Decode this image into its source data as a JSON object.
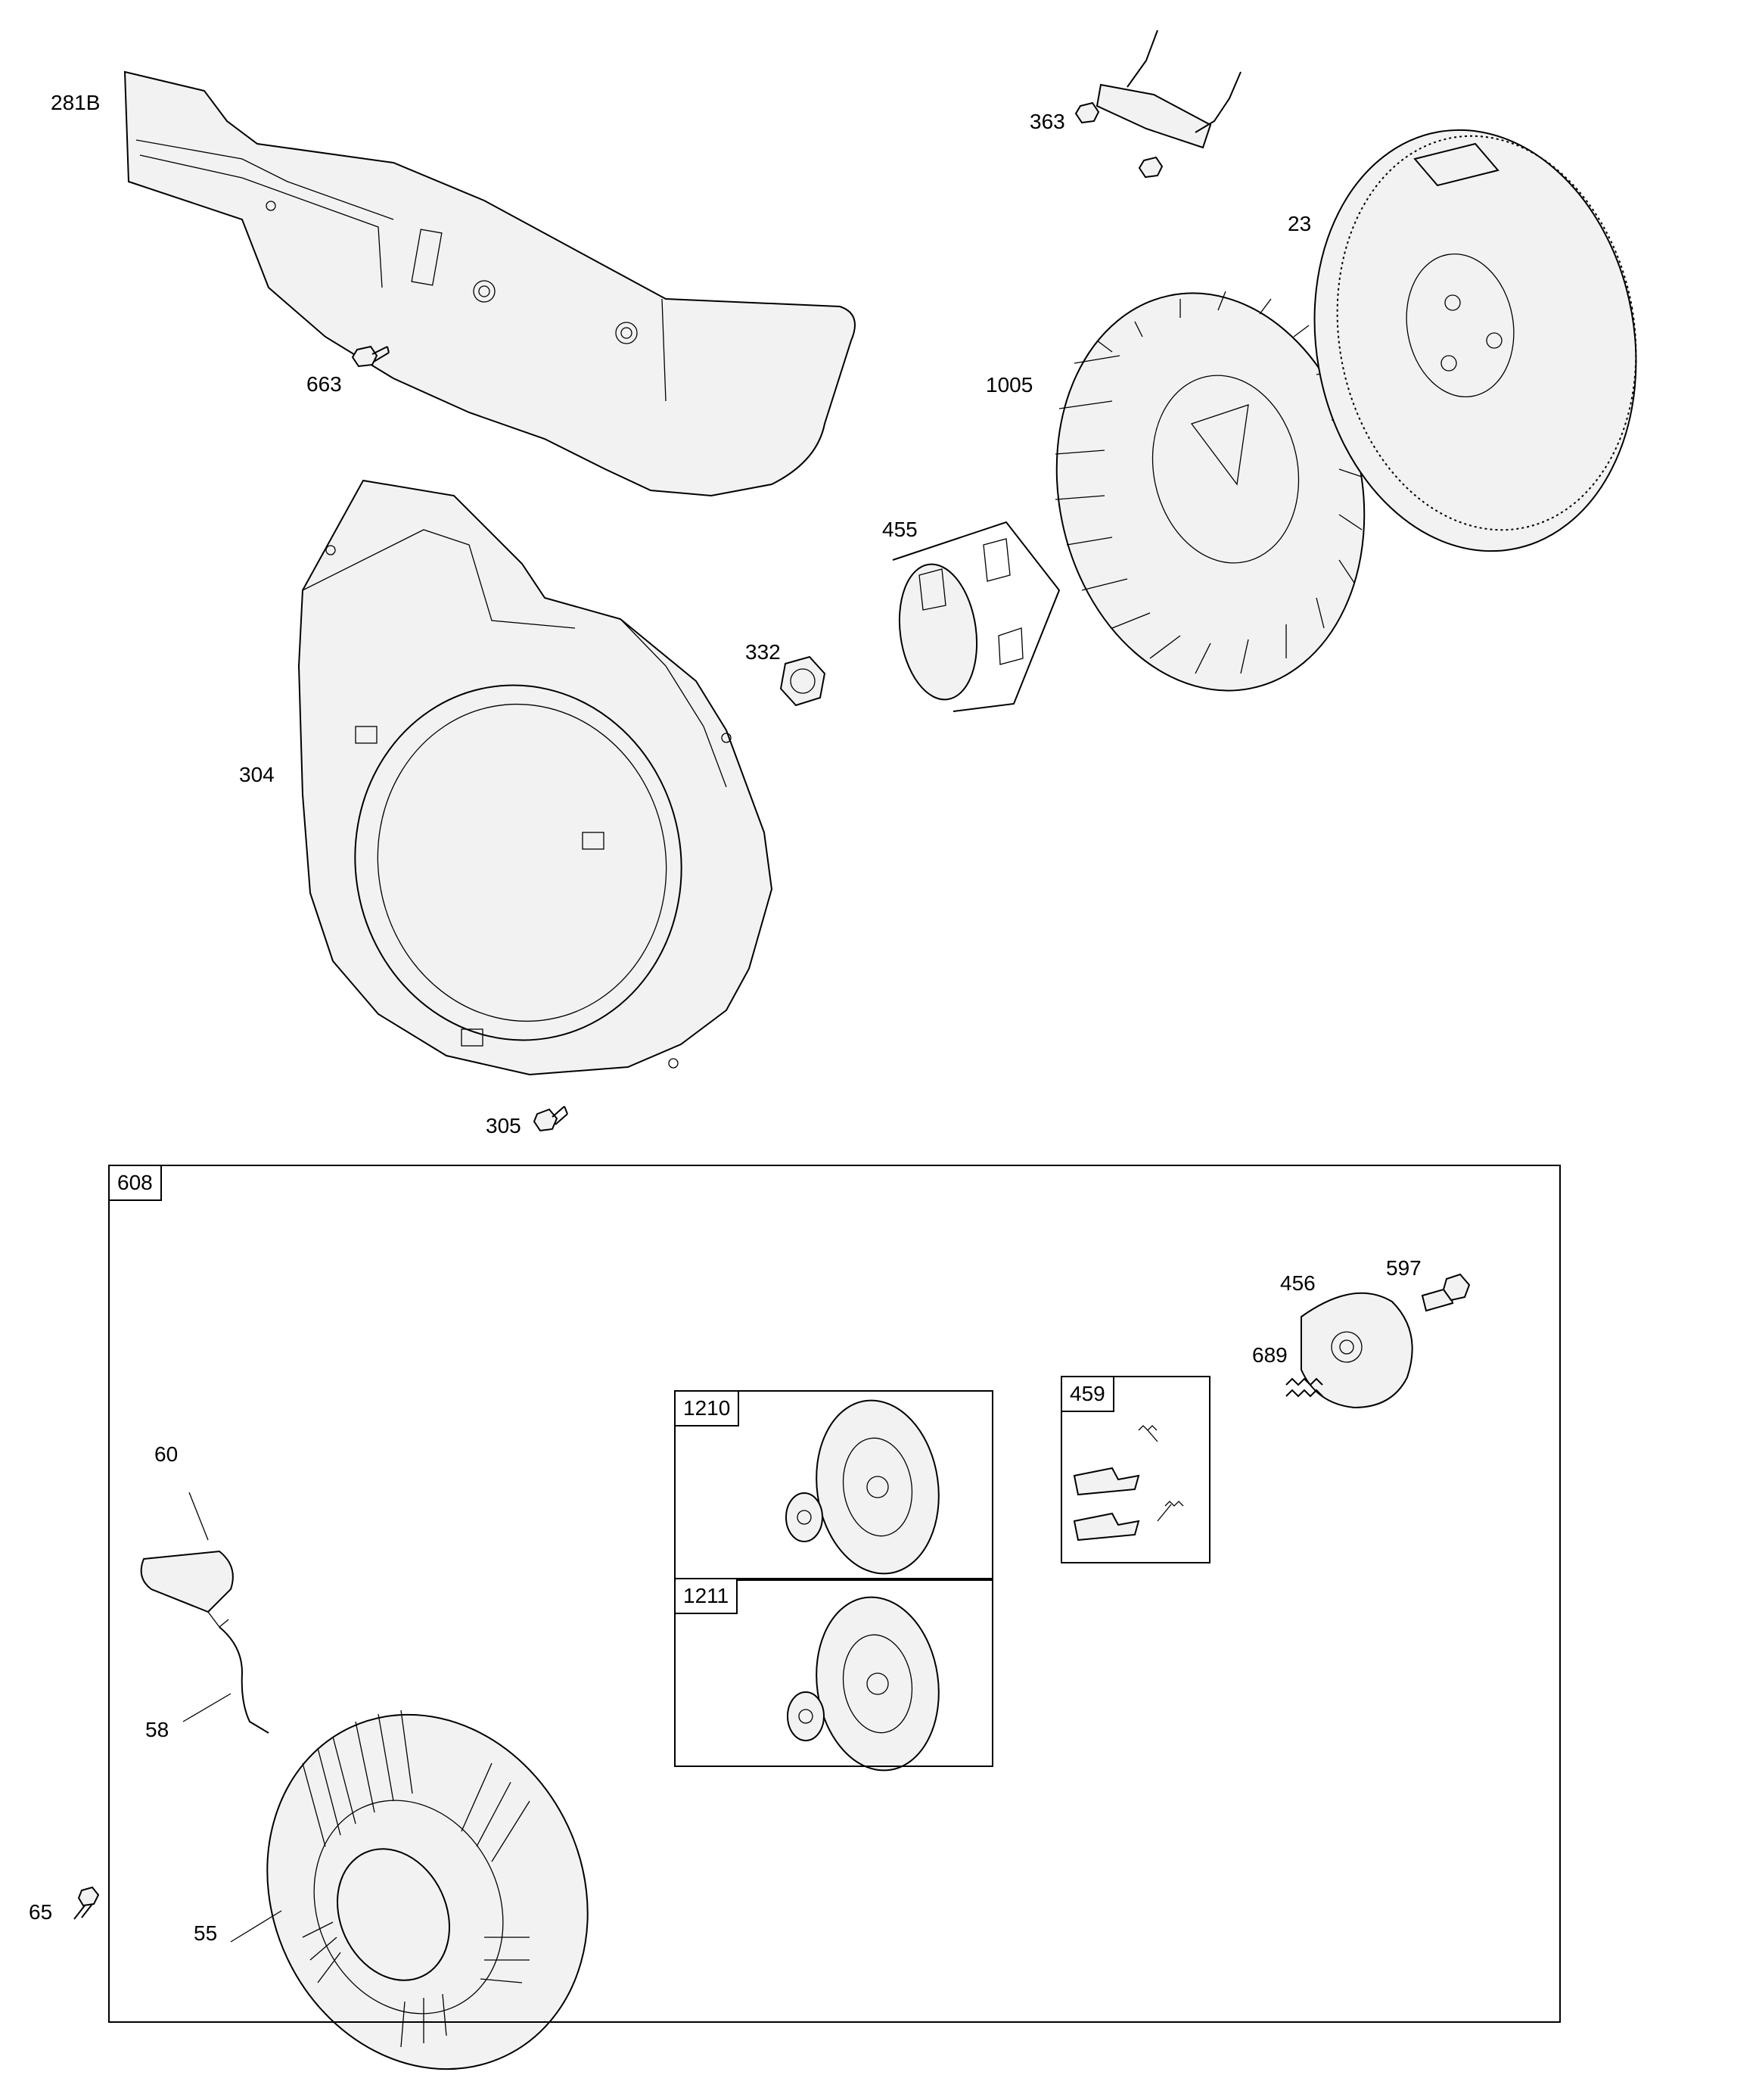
{
  "callouts": {
    "p281B": "281B",
    "p363": "363",
    "p23": "23",
    "p663": "663",
    "p1005": "1005",
    "p455": "455",
    "p332": "332",
    "p304": "304",
    "p305": "305",
    "p608": "608",
    "p456": "456",
    "p597": "597",
    "p689": "689",
    "p459": "459",
    "p1210": "1210",
    "p1211": "1211",
    "p60": "60",
    "p58": "58",
    "p65": "65",
    "p55": "55"
  }
}
